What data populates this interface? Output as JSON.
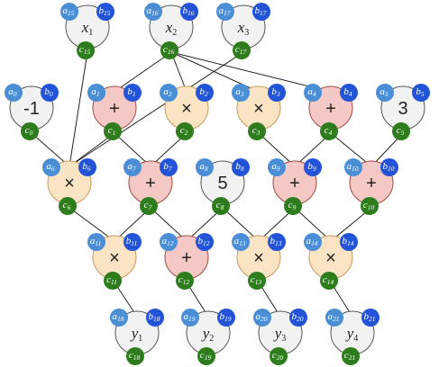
{
  "gates": [
    {
      "id": "x1",
      "a": "15",
      "b": "15",
      "c": "15",
      "sym": "x",
      "symsub": "1",
      "kind": "input"
    },
    {
      "id": "x2",
      "a": "16",
      "b": "16",
      "c": "16",
      "sym": "x",
      "symsub": "2",
      "kind": "input"
    },
    {
      "id": "x3",
      "a": "17",
      "b": "17",
      "c": "17",
      "sym": "x",
      "symsub": "3",
      "kind": "input"
    },
    {
      "id": "g0",
      "a": "0",
      "b": "0",
      "c": "0",
      "sym": "-1",
      "symsub": "",
      "kind": "const"
    },
    {
      "id": "g1",
      "a": "1",
      "b": "1",
      "c": "1",
      "sym": "+",
      "symsub": "",
      "kind": "add"
    },
    {
      "id": "g2",
      "a": "2",
      "b": "2",
      "c": "2",
      "sym": "×",
      "symsub": "",
      "kind": "mul"
    },
    {
      "id": "g3",
      "a": "3",
      "b": "3",
      "c": "3",
      "sym": "×",
      "symsub": "",
      "kind": "mul"
    },
    {
      "id": "g4",
      "a": "4",
      "b": "4",
      "c": "4",
      "sym": "+",
      "symsub": "",
      "kind": "add"
    },
    {
      "id": "g5",
      "a": "5",
      "b": "5",
      "c": "5",
      "sym": "3",
      "symsub": "",
      "kind": "const"
    },
    {
      "id": "g6",
      "a": "6",
      "b": "6",
      "c": "6",
      "sym": "×",
      "symsub": "",
      "kind": "mul"
    },
    {
      "id": "g7",
      "a": "7",
      "b": "7",
      "c": "7",
      "sym": "+",
      "symsub": "",
      "kind": "add"
    },
    {
      "id": "g8",
      "a": "8",
      "b": "8",
      "c": "8",
      "sym": "5",
      "symsub": "",
      "kind": "const"
    },
    {
      "id": "g9",
      "a": "9",
      "b": "9",
      "c": "9",
      "sym": "+",
      "symsub": "",
      "kind": "add"
    },
    {
      "id": "g10",
      "a": "10",
      "b": "10",
      "c": "10",
      "sym": "+",
      "symsub": "",
      "kind": "add"
    },
    {
      "id": "g11",
      "a": "11",
      "b": "11",
      "c": "11",
      "sym": "×",
      "symsub": "",
      "kind": "mul"
    },
    {
      "id": "g12",
      "a": "12",
      "b": "12",
      "c": "12",
      "sym": "+",
      "symsub": "",
      "kind": "add"
    },
    {
      "id": "g13",
      "a": "13",
      "b": "13",
      "c": "13",
      "sym": "×",
      "symsub": "",
      "kind": "mul"
    },
    {
      "id": "g14",
      "a": "14",
      "b": "14",
      "c": "14",
      "sym": "×",
      "symsub": "",
      "kind": "mul"
    },
    {
      "id": "y1",
      "a": "18",
      "b": "18",
      "c": "18",
      "sym": "y",
      "symsub": "1",
      "kind": "output"
    },
    {
      "id": "y2",
      "a": "19",
      "b": "19",
      "c": "19",
      "sym": "y",
      "symsub": "2",
      "kind": "output"
    },
    {
      "id": "y3",
      "a": "20",
      "b": "20",
      "c": "20",
      "sym": "y",
      "symsub": "3",
      "kind": "output"
    },
    {
      "id": "y4",
      "a": "21",
      "b": "21",
      "c": "21",
      "sym": "y",
      "symsub": "4",
      "kind": "output"
    }
  ],
  "edges": [
    [
      "x2",
      "g1"
    ],
    [
      "x2",
      "g2"
    ],
    [
      "x2",
      "g3"
    ],
    [
      "x2",
      "g4"
    ],
    [
      "x1",
      "g6"
    ],
    [
      "x3",
      "g6"
    ],
    [
      "g0",
      "g6"
    ],
    [
      "g1",
      "g6"
    ],
    [
      "g1",
      "g7"
    ],
    [
      "g2",
      "g7"
    ],
    [
      "g3",
      "g9"
    ],
    [
      "g4",
      "g9"
    ],
    [
      "g4",
      "g10"
    ],
    [
      "g5",
      "g10"
    ],
    [
      "g6",
      "g11"
    ],
    [
      "g7",
      "g11"
    ],
    [
      "g7",
      "g12"
    ],
    [
      "g8",
      "g12"
    ],
    [
      "g8",
      "g13"
    ],
    [
      "g9",
      "g13"
    ],
    [
      "g9",
      "g14"
    ],
    [
      "g10",
      "g14"
    ],
    [
      "g11",
      "y1"
    ],
    [
      "g12",
      "y2"
    ],
    [
      "g13",
      "y3"
    ],
    [
      "g14",
      "y4"
    ]
  ],
  "colors": {
    "a_circle": "#4a8fd6",
    "b_circle": "#2353d6",
    "c_circle": "#2e7d1c",
    "input_fill": "#f2f2f2",
    "const_fill": "#f2f2f2",
    "add_fill": "#f4c8c4",
    "mul_fill": "#fbe4c4",
    "output_fill": "#f2f2f2"
  }
}
